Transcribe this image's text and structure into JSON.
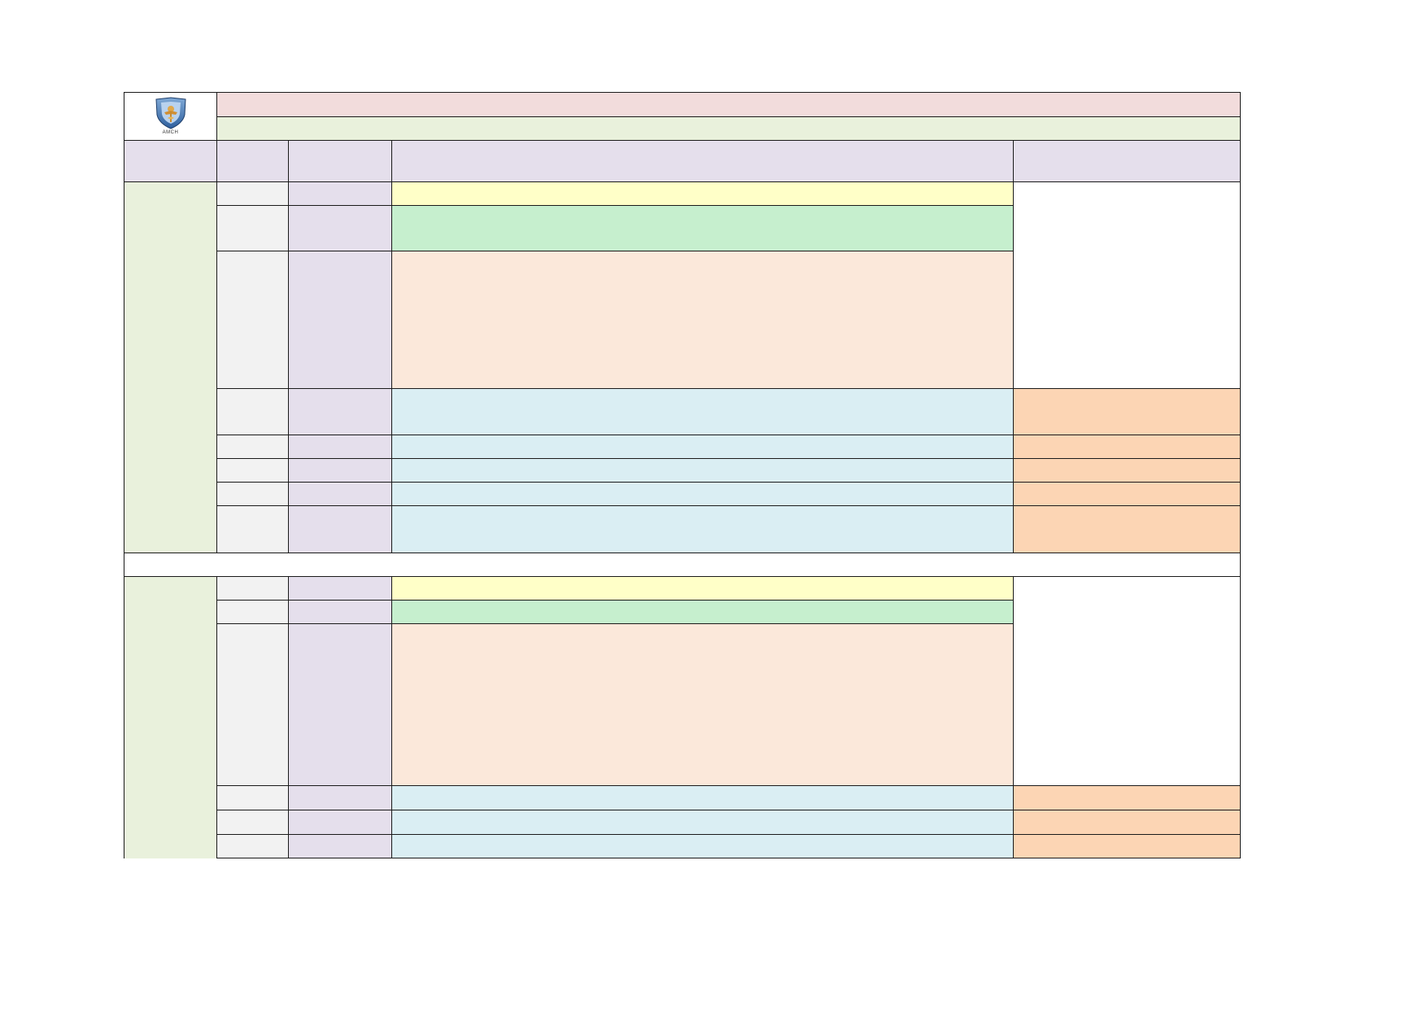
{
  "header": {
    "logo_name": "amch-logo",
    "logo_text": "AMCH",
    "logo_subtext": "",
    "title": "",
    "subtitle": ""
  },
  "columns": [
    "",
    "",
    "",
    "",
    ""
  ],
  "sections": [
    {
      "group_label": "",
      "rows": [
        {
          "time": "",
          "category": "",
          "activity": "",
          "color": "yellow"
        },
        {
          "time": "",
          "category": "",
          "activity": "",
          "color": "green"
        },
        {
          "time": "",
          "category": "",
          "activity": "",
          "color": "peach"
        },
        {
          "time": "",
          "category": "",
          "activity": "",
          "color": "blue",
          "remark": ""
        },
        {
          "time": "",
          "category": "",
          "activity": "",
          "color": "blue",
          "remark": ""
        },
        {
          "time": "",
          "category": "",
          "activity": "",
          "color": "blue",
          "remark": ""
        },
        {
          "time": "",
          "category": "",
          "activity": "",
          "color": "blue",
          "remark": ""
        },
        {
          "time": "",
          "category": "",
          "activity": "",
          "color": "blue",
          "remark": ""
        }
      ],
      "merged_remark": ""
    },
    {
      "separator": ""
    },
    {
      "group_label": "",
      "rows": [
        {
          "time": "",
          "category": "",
          "activity": "",
          "color": "yellow"
        },
        {
          "time": "",
          "category": "",
          "activity": "",
          "color": "green"
        },
        {
          "time": "",
          "category": "",
          "activity": "",
          "color": "peach"
        },
        {
          "time": "",
          "category": "",
          "activity": "",
          "color": "blue",
          "remark": ""
        },
        {
          "time": "",
          "category": "",
          "activity": "",
          "color": "blue",
          "remark": ""
        },
        {
          "time": "",
          "category": "",
          "activity": "",
          "color": "blue",
          "remark": ""
        }
      ],
      "merged_remark": ""
    }
  ],
  "colors": {
    "title_band": "#f2dcdc",
    "subtitle_band": "#e9f1dc",
    "header_row": "#e5dfec",
    "group_cell": "#e9f1dc",
    "time_cell": "#f2f2f2",
    "category_cell": "#e5dfec",
    "yellow": "#ffffc8",
    "green": "#c6efce",
    "peach": "#fbe8da",
    "blue": "#daeef3",
    "orange": "#fcd5b4",
    "border": "#1a1a1a"
  }
}
